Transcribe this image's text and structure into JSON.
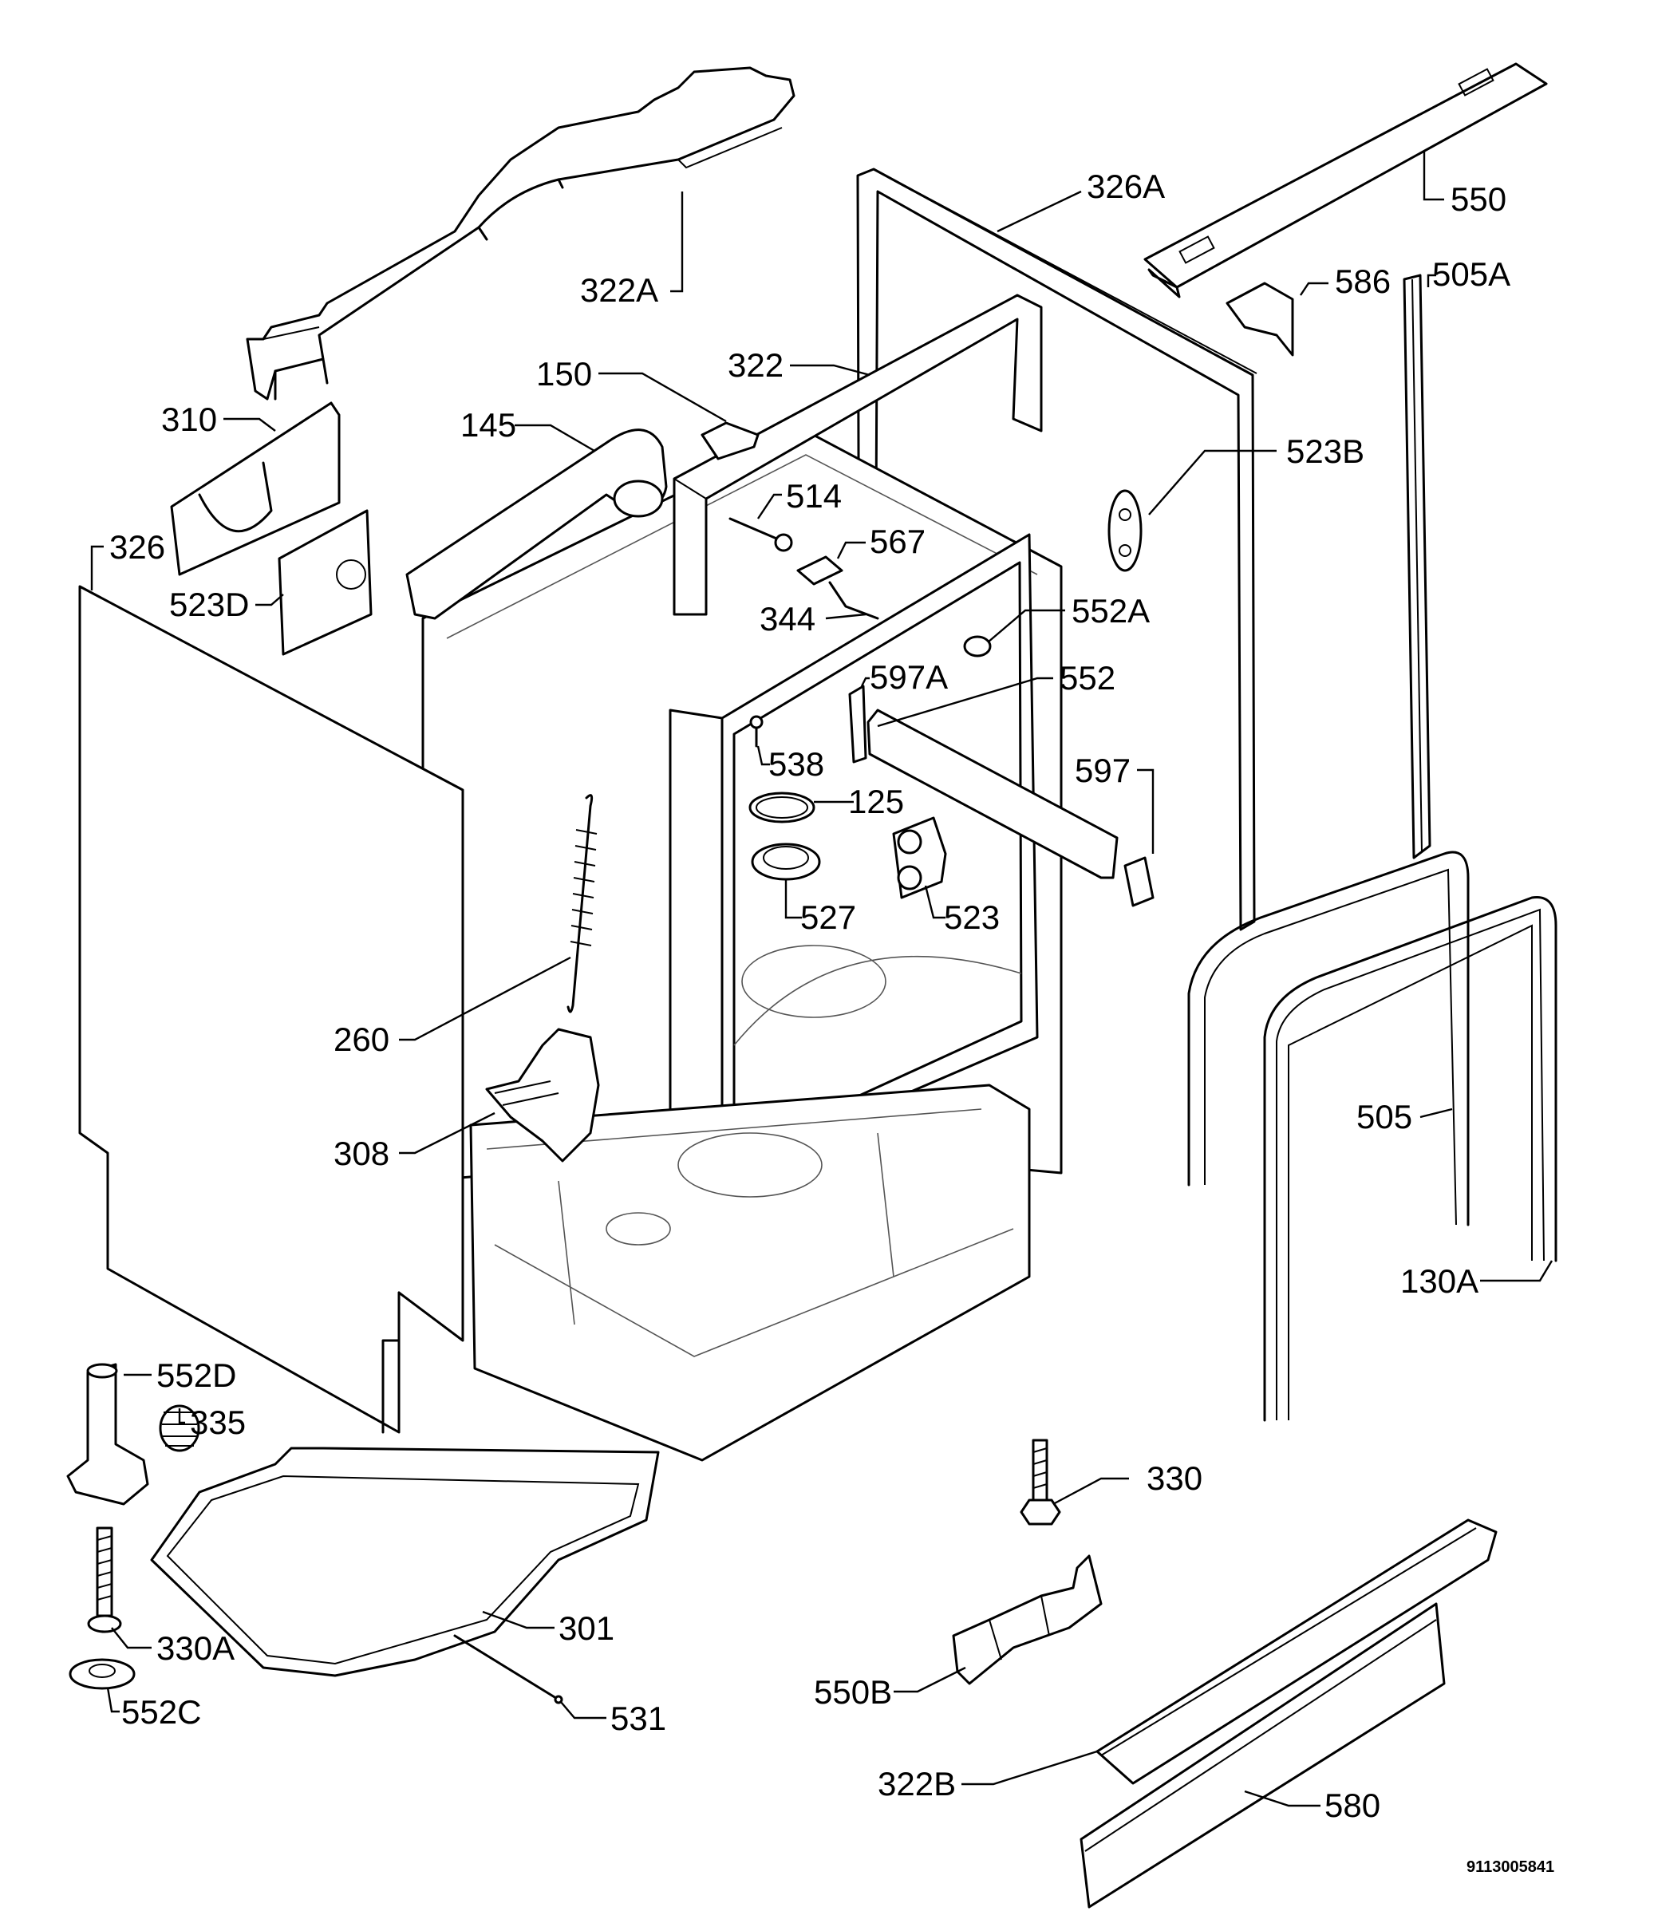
{
  "diagram": {
    "drawing_number": "9113005841",
    "callouts": [
      {
        "id": "326A",
        "text": "326A"
      },
      {
        "id": "550",
        "text": "550"
      },
      {
        "id": "322A",
        "text": "322A"
      },
      {
        "id": "586",
        "text": "586"
      },
      {
        "id": "505A",
        "text": "505A"
      },
      {
        "id": "150",
        "text": "150"
      },
      {
        "id": "322",
        "text": "322"
      },
      {
        "id": "310",
        "text": "310"
      },
      {
        "id": "145",
        "text": "145"
      },
      {
        "id": "523B",
        "text": "523B"
      },
      {
        "id": "514",
        "text": "514"
      },
      {
        "id": "326",
        "text": "326"
      },
      {
        "id": "567",
        "text": "567"
      },
      {
        "id": "523D",
        "text": "523D"
      },
      {
        "id": "344",
        "text": "344"
      },
      {
        "id": "552A",
        "text": "552A"
      },
      {
        "id": "597A",
        "text": "597A"
      },
      {
        "id": "552",
        "text": "552"
      },
      {
        "id": "538",
        "text": "538"
      },
      {
        "id": "597",
        "text": "597"
      },
      {
        "id": "125",
        "text": "125"
      },
      {
        "id": "527",
        "text": "527"
      },
      {
        "id": "523",
        "text": "523"
      },
      {
        "id": "260",
        "text": "260"
      },
      {
        "id": "308",
        "text": "308"
      },
      {
        "id": "505",
        "text": "505"
      },
      {
        "id": "130A",
        "text": "130A"
      },
      {
        "id": "552D",
        "text": "552D"
      },
      {
        "id": "335",
        "text": "335"
      },
      {
        "id": "330",
        "text": "330"
      },
      {
        "id": "301",
        "text": "301"
      },
      {
        "id": "330A",
        "text": "330A"
      },
      {
        "id": "550B",
        "text": "550B"
      },
      {
        "id": "552C",
        "text": "552C"
      },
      {
        "id": "531",
        "text": "531"
      },
      {
        "id": "322B",
        "text": "322B"
      },
      {
        "id": "580",
        "text": "580"
      }
    ]
  }
}
